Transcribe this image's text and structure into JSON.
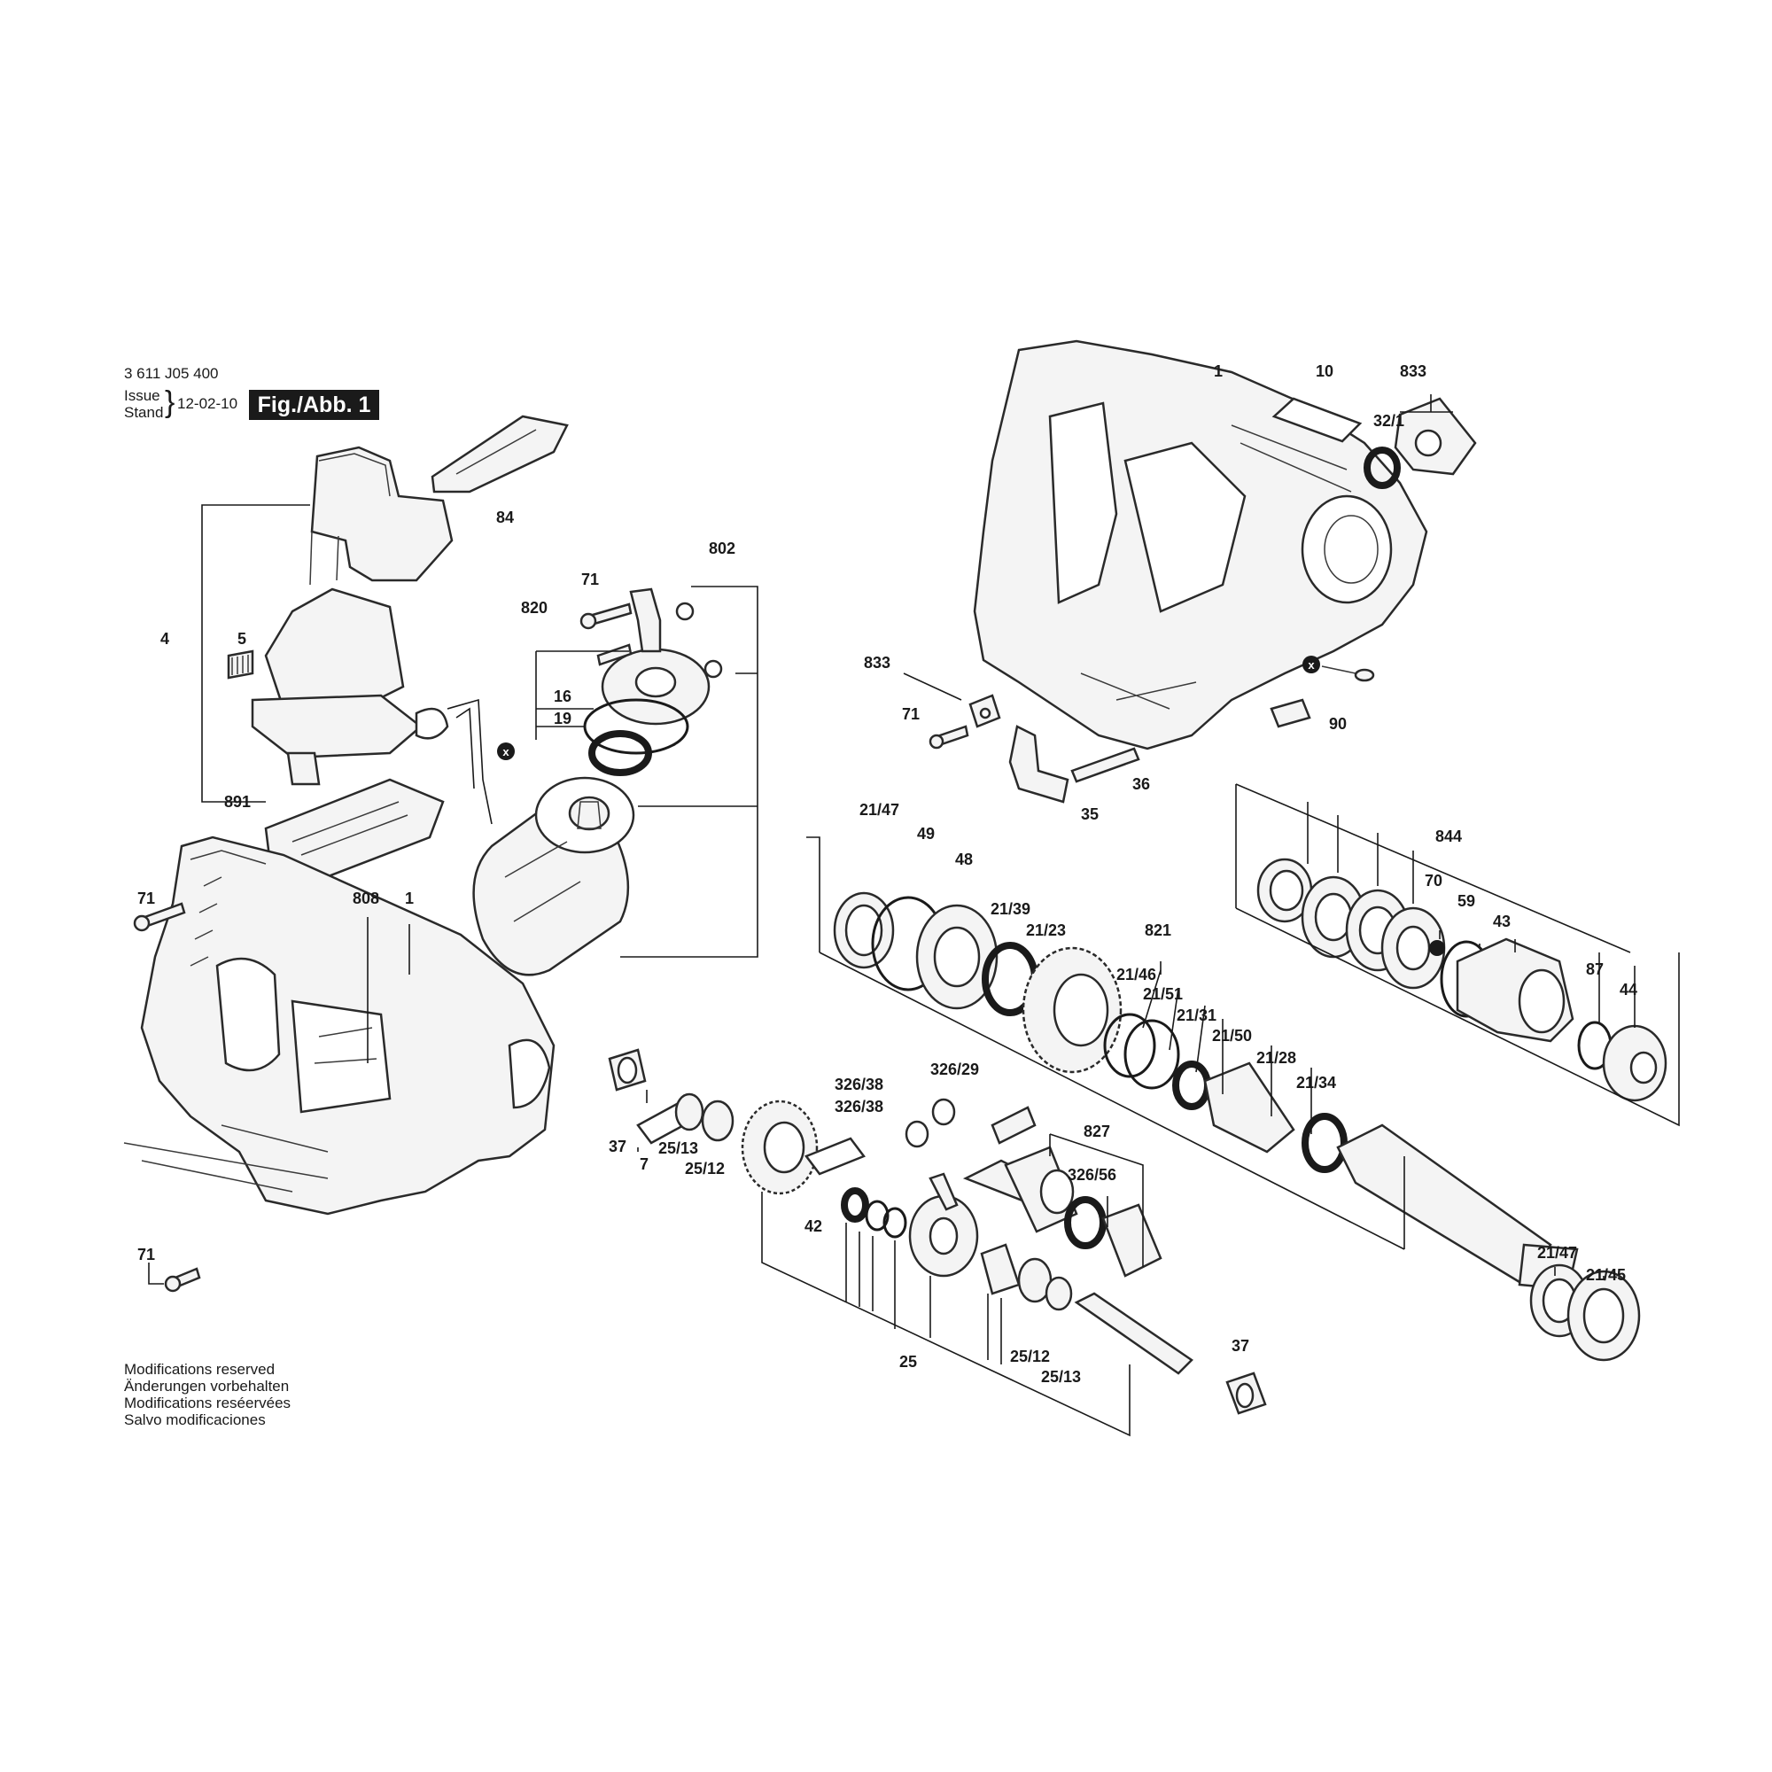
{
  "header": {
    "doc_number": "3 611 J05 400",
    "issue_label": "Issue",
    "stand_label": "Stand",
    "issue_date": "12-02-10",
    "figure_label": "Fig./Abb. 1"
  },
  "notes": [
    "Modifications reserved",
    "Änderungen vorbehalten",
    "Modifications reséervées",
    "Salvo modificaciones"
  ],
  "callouts": {
    "p84": "84",
    "p4": "4",
    "p5": "5",
    "p891": "891",
    "p71a": "71",
    "p820": "820",
    "p16": "16",
    "p19": "19",
    "p802": "802",
    "p71b": "71",
    "p808": "808",
    "p1a": "1",
    "p71c": "71",
    "p1b": "1",
    "p10": "10",
    "p833a": "833",
    "p32_1": "32/1",
    "p833b": "833",
    "p71d": "71",
    "p90": "90",
    "p36": "36",
    "p35": "35",
    "p21_47a": "21/47",
    "p49": "49",
    "p48": "48",
    "p21_39": "21/39",
    "p21_23": "21/23",
    "p821": "821",
    "p21_46": "21/46",
    "p21_51": "21/51",
    "p21_31": "21/31",
    "p21_50": "21/50",
    "p21_28": "21/28",
    "p21_34": "21/34",
    "p844": "844",
    "p70": "70",
    "p59": "59",
    "p43": "43",
    "p87": "87",
    "p44": "44",
    "p37a": "37",
    "p7": "7",
    "p25_13a": "25/13",
    "p25_12a": "25/12",
    "p326_38a": "326/38",
    "p326_38b": "326/38",
    "p326_29": "326/29",
    "p42": "42",
    "p827": "827",
    "p326_56": "326/56",
    "p25": "25",
    "p25_12b": "25/12",
    "p25_13b": "25/13",
    "p37b": "37",
    "p21_47b": "21/47",
    "p21_45": "21/45"
  },
  "markers": {
    "x1": "x",
    "x2": "x"
  }
}
